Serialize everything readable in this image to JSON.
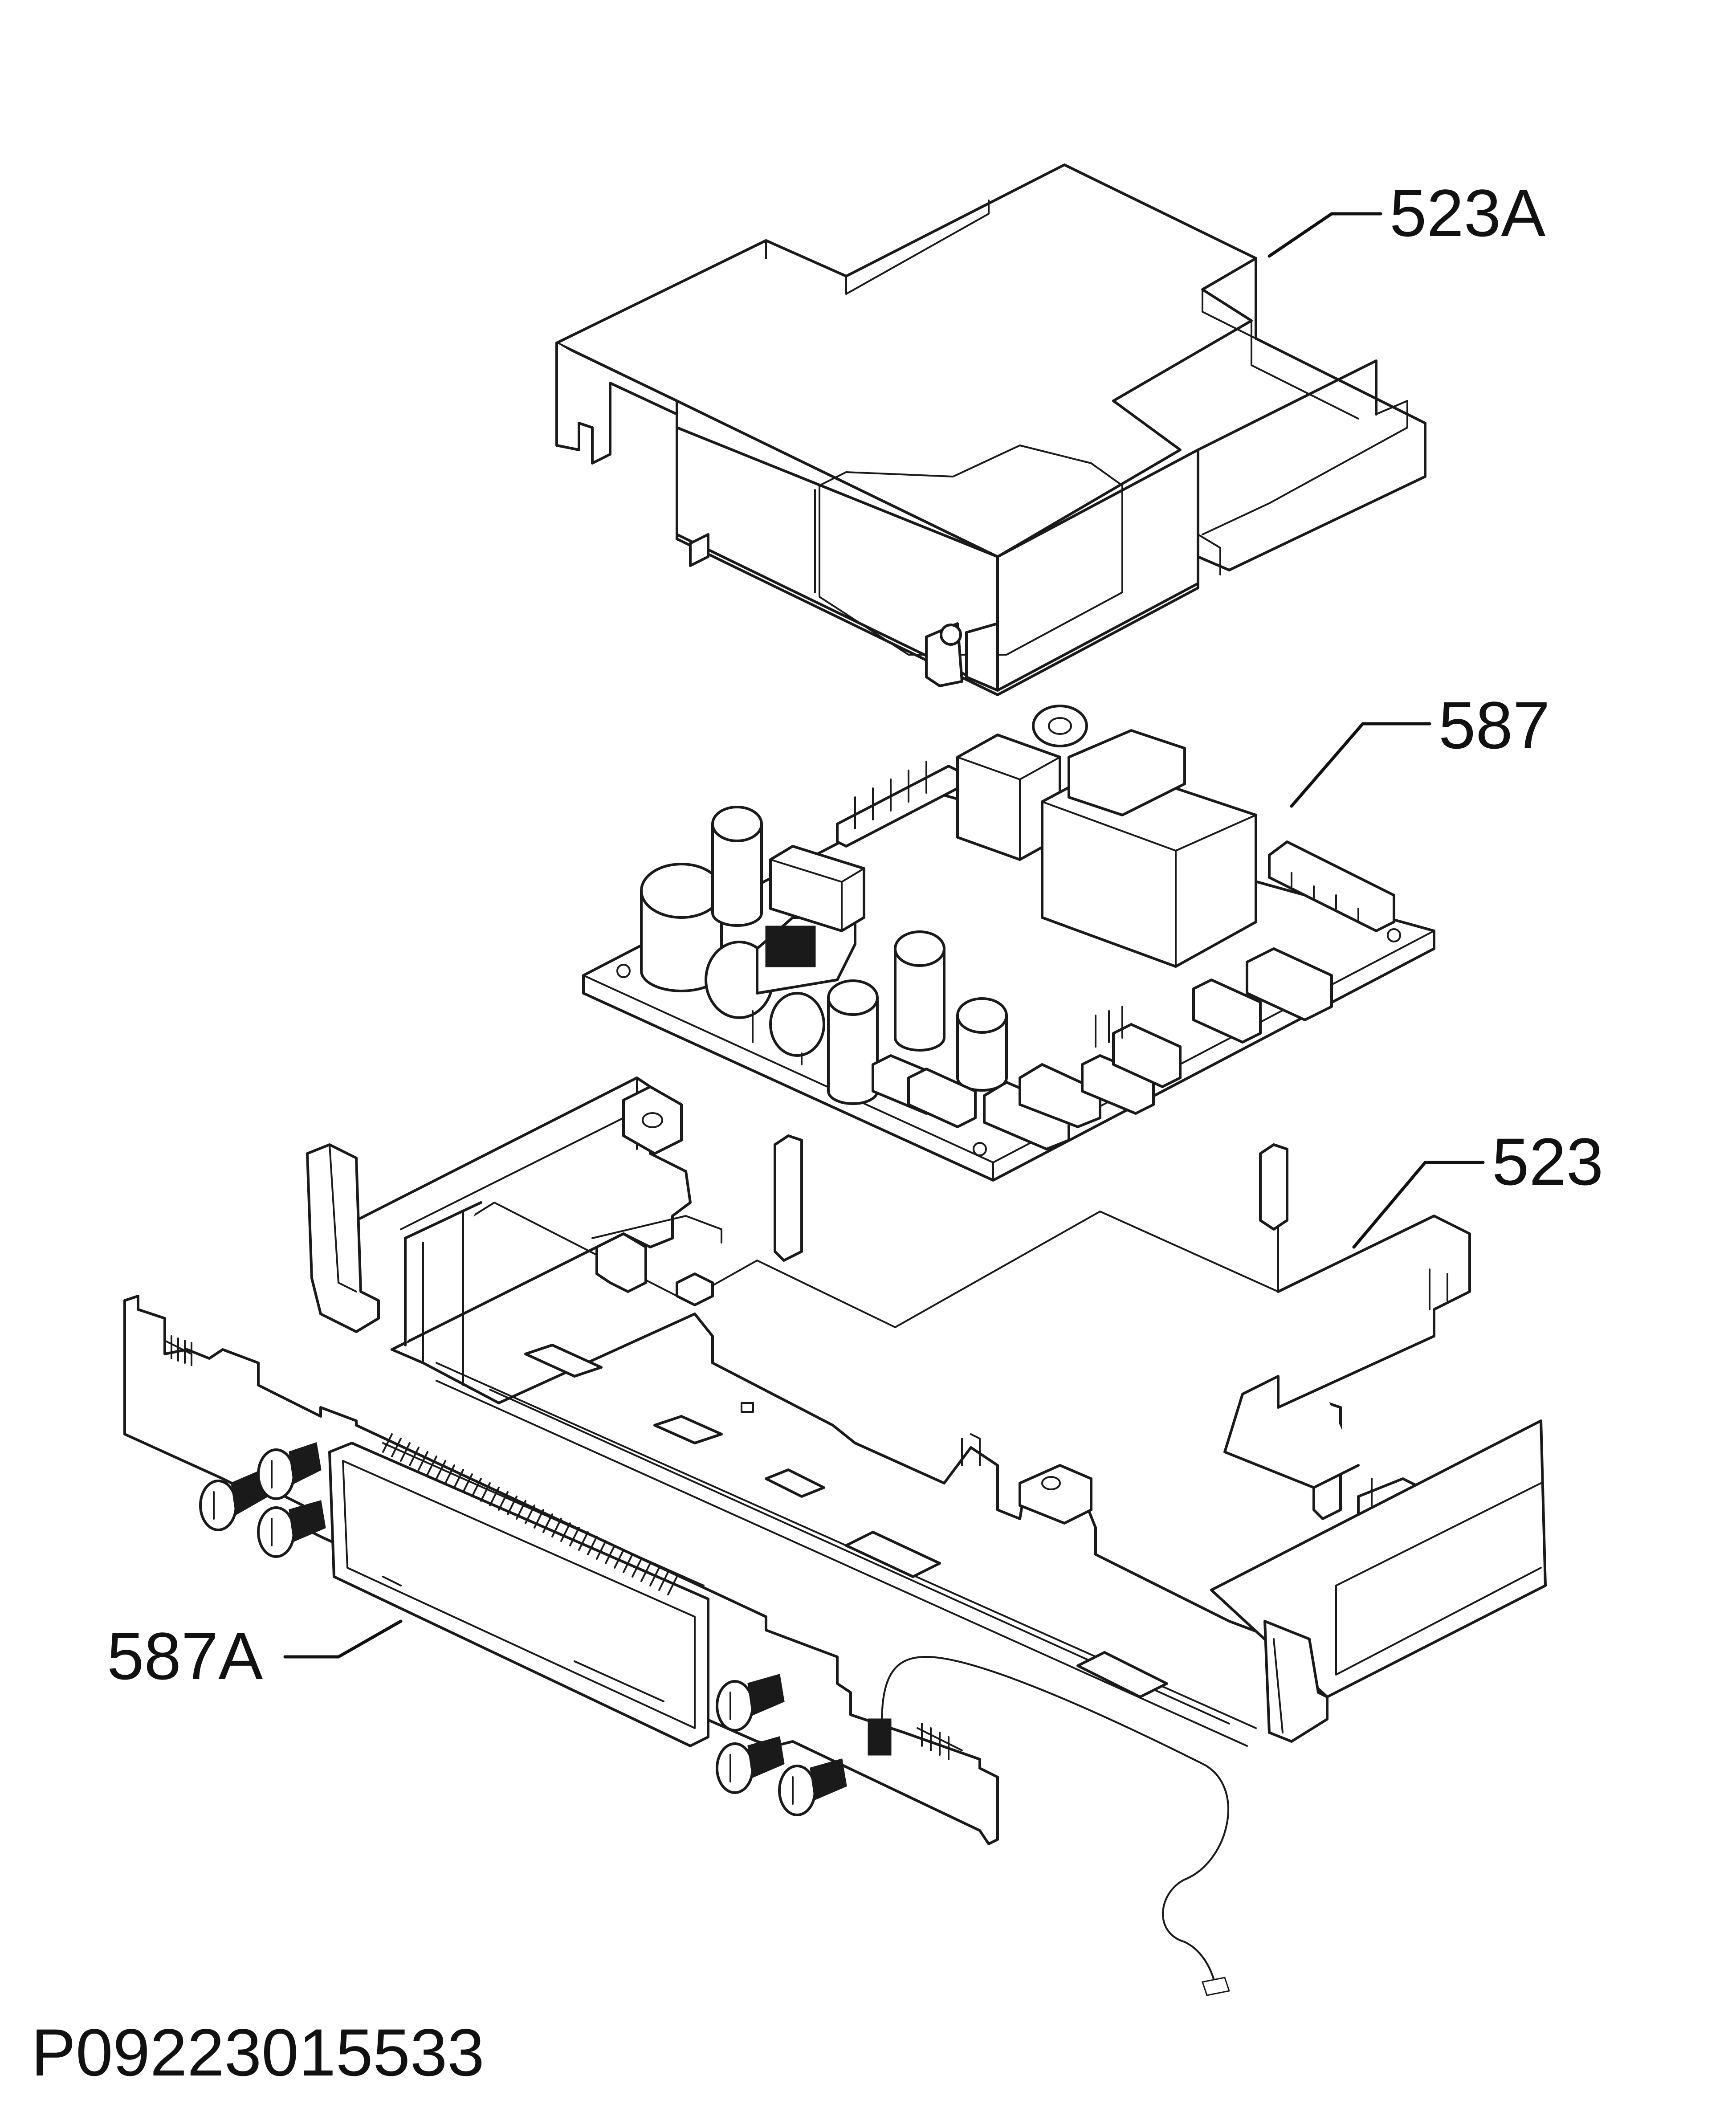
{
  "callouts": [
    {
      "id": "cover",
      "label": "523A"
    },
    {
      "id": "pcb",
      "label": "587"
    },
    {
      "id": "housing",
      "label": "523"
    },
    {
      "id": "display-board",
      "label": "587A"
    }
  ],
  "document_code": "P09223015533"
}
